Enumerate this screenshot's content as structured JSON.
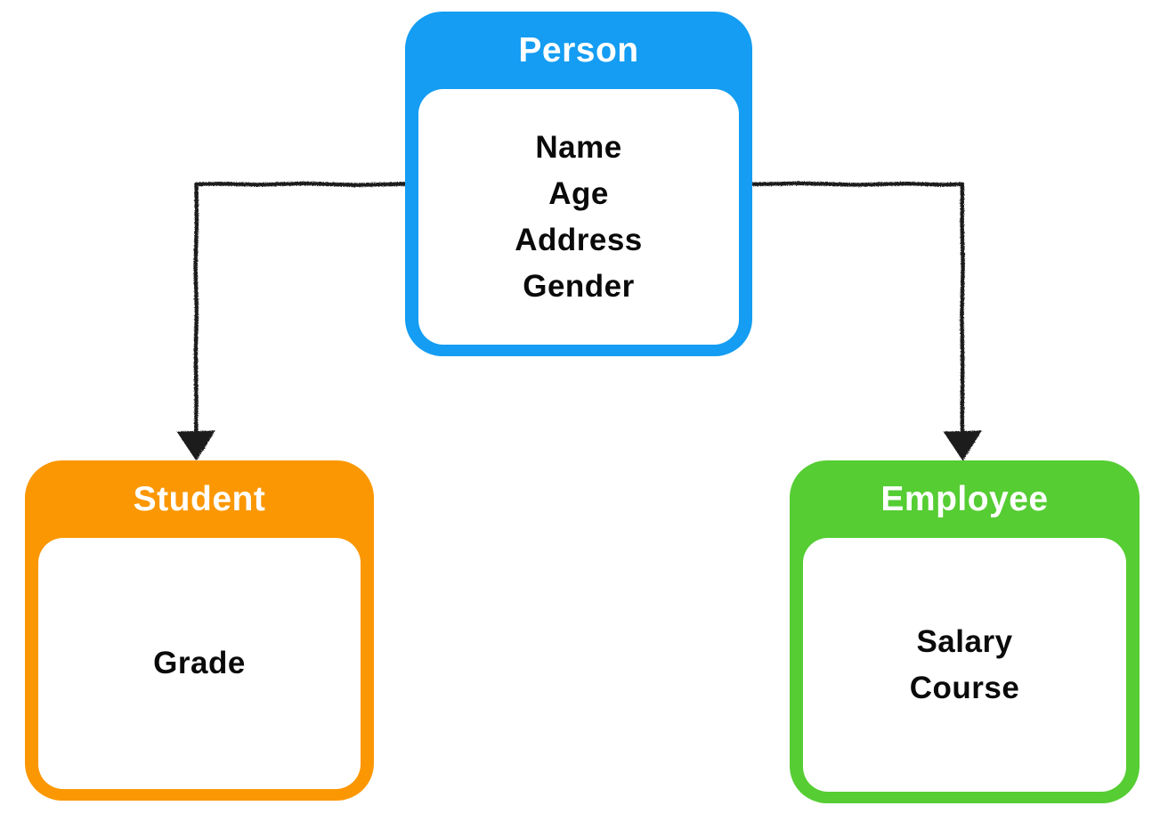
{
  "diagram": {
    "background": "#FFFFFF",
    "connector_color": "#1C1C1C",
    "attribute_text_color": "#0A0A0A",
    "title_text_color": "#FFFFFF",
    "classes": [
      {
        "name": "Person",
        "color": "#149DF2",
        "attributes": [
          "Name",
          "Age",
          "Address",
          "Gender"
        ]
      },
      {
        "name": "Student",
        "color": "#FB9702",
        "attributes": [
          "Grade"
        ]
      },
      {
        "name": "Employee",
        "color": "#55CD33",
        "attributes": [
          "Salary",
          "Course"
        ]
      }
    ],
    "relations": [
      {
        "from": "Person",
        "to": "Student"
      },
      {
        "from": "Person",
        "to": "Employee"
      }
    ]
  }
}
